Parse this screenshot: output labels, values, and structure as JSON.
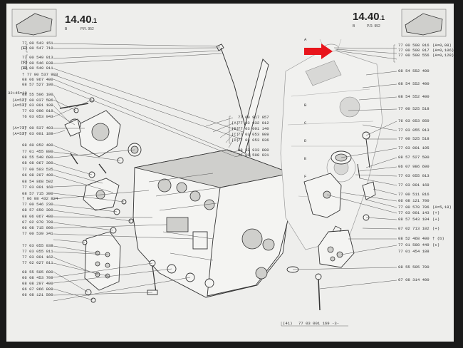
{
  "left_header": {
    "section_no": "14.40",
    "suffix": ".1",
    "letter": "B",
    "ref": "P.R. 952"
  },
  "right_header": {
    "section_no": "14.40",
    "suffix": ".1",
    "letter": "B",
    "ref": "P.R. 952"
  },
  "left_labels": [
    "77 00 543 151",
    "77 00 547 710",
    "77 00 549 913",
    "77 00 546 838",
    "77 00 549 911",
    "† 77 00 537 903",
    "08 06 967 400",
    "08 57 527 100",
    "08 55 506 100",
    "77 00 037 586",
    "77 03 001 189",
    "77 03 096 019",
    "76 03 053 043",
    "77 00 537 403",
    "77 03 001 189",
    "08 60 052 400",
    "77 01 455 880",
    "08 55 548 600",
    "08 08 067 300",
    "77 00 503 535",
    "06 08 297 400",
    "08 54 868 502",
    "77 03 001 160",
    "08 57 715 300",
    "† 06 08 432 824",
    "77 00 546 230",
    "08 57 659 300",
    "08 06 067 480",
    "07 02 970 709",
    "06 08 715 000",
    "77 00 539 341",
    "77 03 055 038",
    "77 03 055 011",
    "77 03 001 162",
    "77 02 027 011",
    "08 55 505 600",
    "06 08 453 709",
    "08 08 297 400",
    "06 07 966 809",
    "06 08 121 500"
  ],
  "left_prefixes": [
    "(E)",
    "(F)",
    "(B)",
    "(A=52)",
    "(A=53)",
    "(A=73)",
    "(A=53)"
  ],
  "left_short_tag": "32+45=10",
  "middle_labels": [
    "77 00 917 057",
    "77 03 032 012",
    "77 03 001 140",
    "77 03 053 009",
    "77 03 053 036",
    "08 52 933 800",
    "77 00 508 031"
  ],
  "middle_tags": [
    "(A)",
    "(B)",
    "(C)",
    "(D)"
  ],
  "right_top_labels": [
    {
      "num": "77 00 508 016",
      "note": "(A=0,08)"
    },
    {
      "num": "77 00 508 017",
      "note": "(A=0,106)"
    },
    {
      "num": "77 00 508 556",
      "note": "(A=0,128)"
    }
  ],
  "right_labels": [
    "08 54 552 400",
    "08 54 552 400",
    "08 54 552 400",
    "77 00 525 518",
    "76 03 053 050",
    "77 03 055 013",
    "77 00 525 518",
    "77 03 001 195",
    "08 57 527 500",
    "06 07 986 600",
    "77 03 055 013",
    "77 03 001 169",
    "77 00 511 816",
    "06 08 121 700",
    "77 00 570 706",
    "77 03 001 143",
    "08 57 543 104",
    "07 02 713 102",
    "08 52 468 400",
    "77 01 598 449",
    "77 01 454 188",
    "08 55 505 700",
    "07 08 314 400"
  ],
  "right_suffixes": [
    "(A=5,18)",
    "(+)",
    "(+)",
    "(+)",
    "† (b)",
    "(c)"
  ],
  "ghost_letters": [
    "A",
    "B",
    "C",
    "D",
    "E",
    "F"
  ],
  "footer": {
    "ref": "(41)",
    "num": "77 03 001 169 -3-"
  },
  "colors": {
    "pointer_arrow": "#e8151c",
    "paper": "#eeeeec",
    "frame": "#1a1a1a"
  },
  "icons": [
    "thumbnail-engine-icon",
    "red-pointer-arrow-icon"
  ]
}
